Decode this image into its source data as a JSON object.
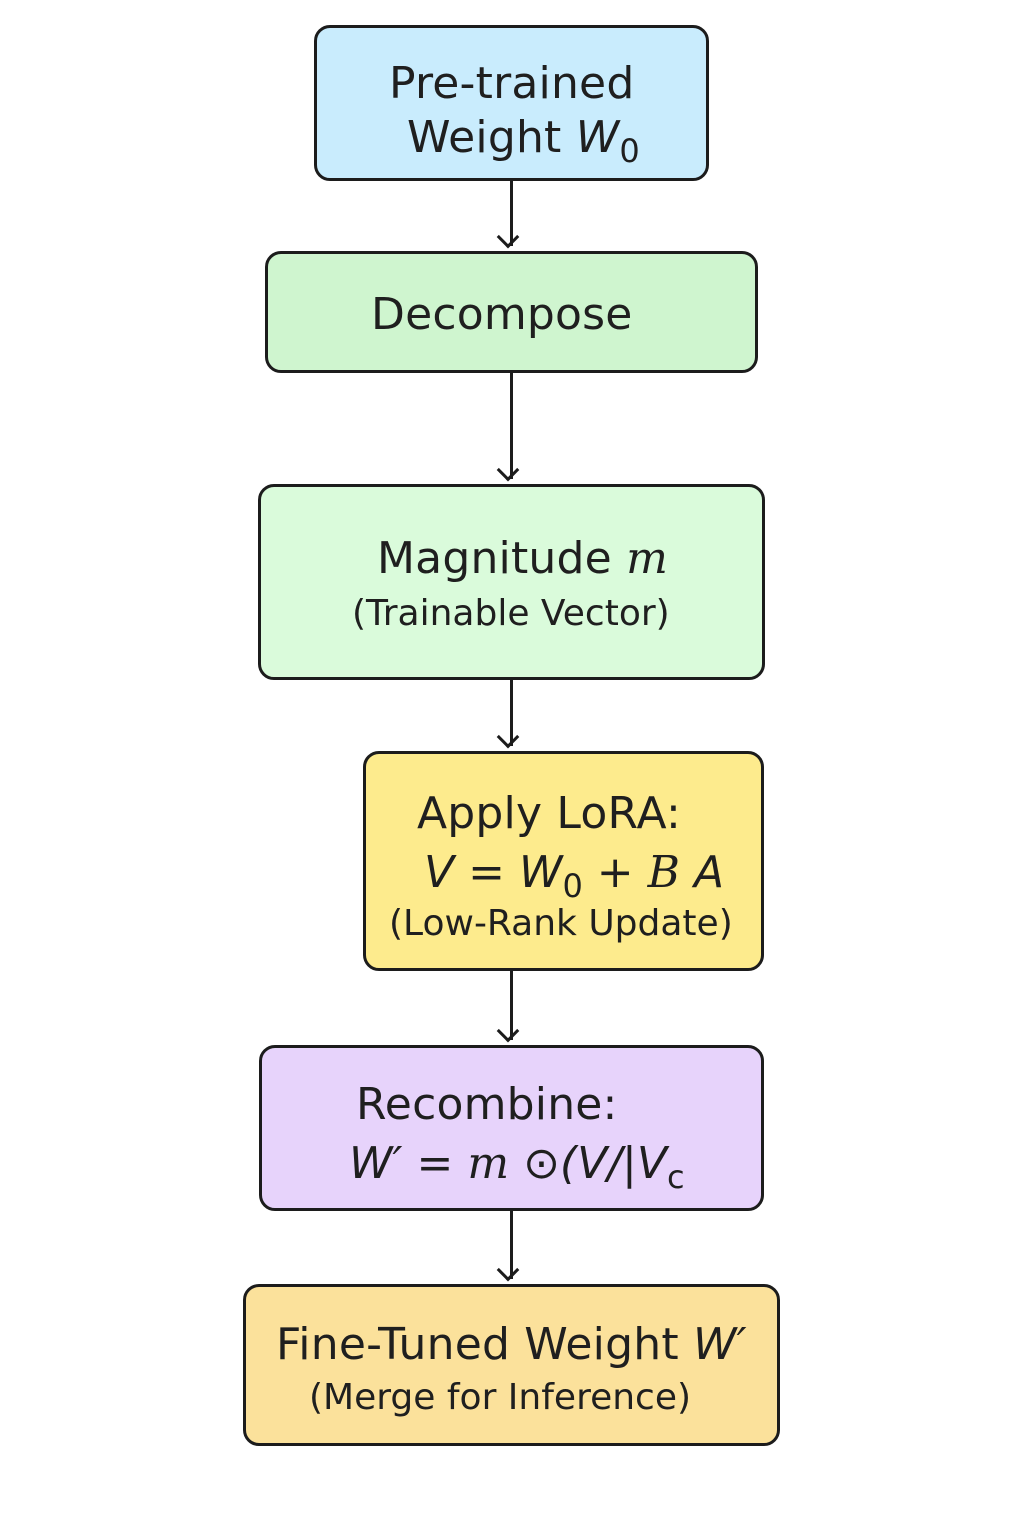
{
  "nodes": {
    "pretrained": {
      "line1": "Pre-trained",
      "line2": "Weight",
      "symbol": "W",
      "subscript": "0",
      "color": "#c9ecfd"
    },
    "decompose": {
      "label": "Decompose",
      "color": "#cff5cf"
    },
    "magnitude": {
      "label": "Magnitude",
      "symbol": "m",
      "subtitle": "(Trainable Vector)",
      "color": "#dafbdb"
    },
    "lora": {
      "label": "Apply LoRA:",
      "eq_left": "V = W",
      "eq_sub": "0",
      "eq_plus": " + ",
      "eq_b": "B",
      "eq_a": " A",
      "subtitle": "(Low-Rank Update)",
      "color": "#fdeb8d"
    },
    "recombine": {
      "label": "Recombine:",
      "eq_left": "W′ = ",
      "eq_m": "m",
      "eq_right": " ⊙(V/|V",
      "eq_sub": "c",
      "color": "#e7d3fb"
    },
    "finetuned": {
      "label": "Fine-Tuned Weight",
      "symbol": "W′",
      "subtitle": "(Merge for Inference)",
      "color": "#fbe19b"
    }
  }
}
